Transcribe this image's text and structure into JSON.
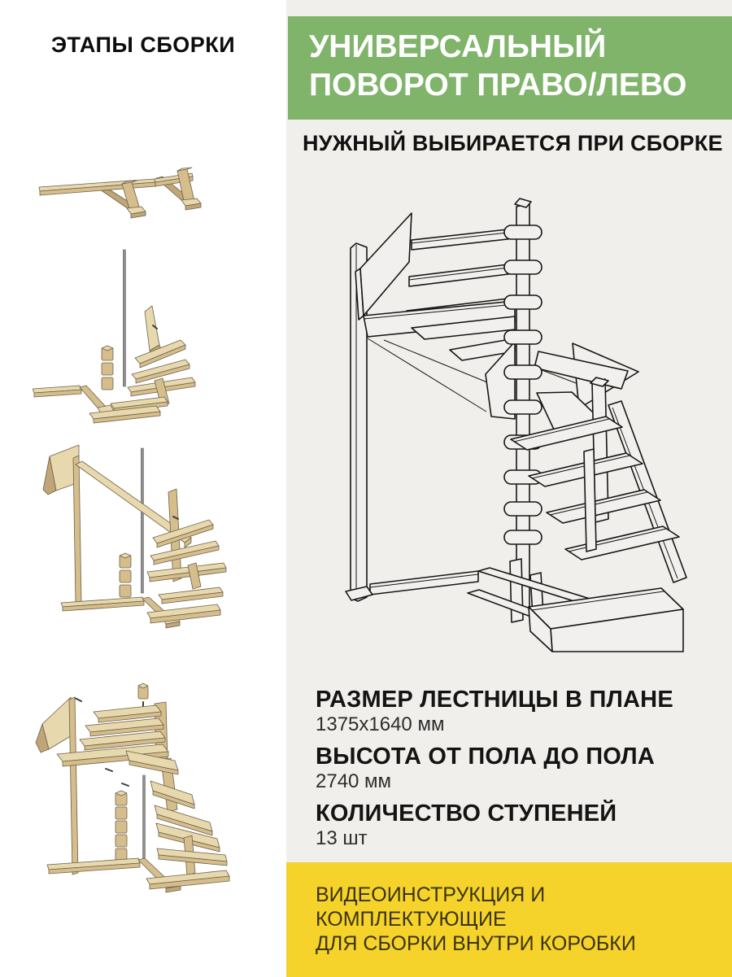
{
  "left_panel": {
    "title": "ЭТАПЫ СБОРКИ",
    "stages": [
      {
        "name": "stage-1-support-brackets"
      },
      {
        "name": "stage-2-pole-and-winder-steps"
      },
      {
        "name": "stage-3-frame-and-stringer"
      },
      {
        "name": "stage-4-assembled-staircase"
      }
    ]
  },
  "right_panel": {
    "bg": "#f0efec",
    "banner": {
      "bg": "#7fb46a",
      "text_color": "#ffffff",
      "line1": "УНИВЕРСАЛЬНЫЙ",
      "line2": "ПОВОРОТ ПРАВО/ЛЕВО"
    },
    "subtitle": "НУЖНЫЙ ВЫБИРАЕТСЯ ПРИ СБОРКЕ",
    "drawing": {
      "name": "staircase-isometric-line-drawing"
    },
    "specs": [
      {
        "label": "РАЗМЕР ЛЕСТНИЦЫ В ПЛАНЕ",
        "value": "1375х1640 мм"
      },
      {
        "label": "ВЫСОТА ОТ ПОЛА ДО ПОЛА",
        "value": "2740 мм"
      },
      {
        "label": "КОЛИЧЕСТВО СТУПЕНЕЙ",
        "value": "13 шт"
      }
    ],
    "footer": {
      "bg": "#f6d32b",
      "text_color": "#3a340e",
      "line1": "ВИДЕОИНСТРУКЦИЯ И",
      "line2": "КОМПЛЕКТУЮЩИЕ",
      "line3": "ДЛЯ СБОРКИ ВНУТРИ КОРОБКИ"
    }
  }
}
